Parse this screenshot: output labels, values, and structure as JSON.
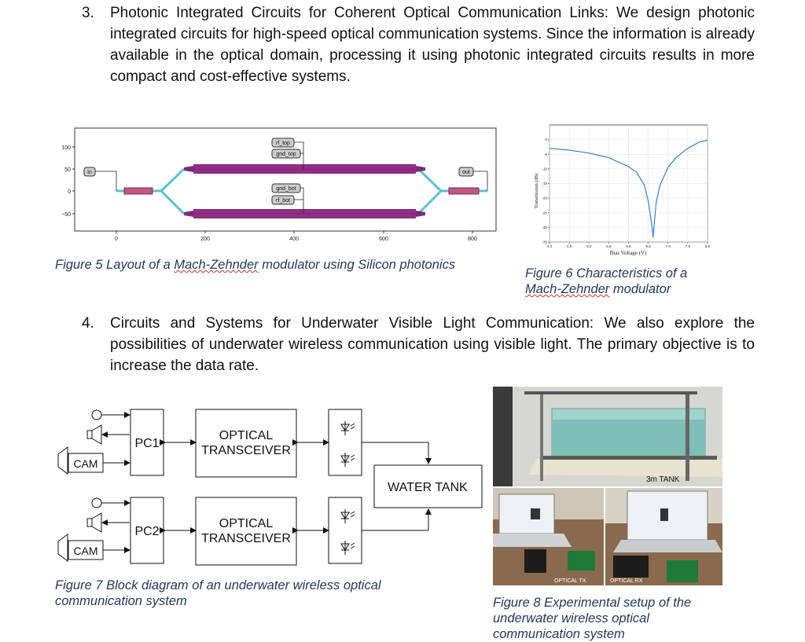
{
  "item3": {
    "number": "3.",
    "text": "Photonic Integrated Circuits for Coherent Optical Communication Links: We design photonic integrated circuits for high-speed optical communication systems. Since the information is already available in the optical domain, processing it using photonic integrated circuits results in more compact and cost-effective systems."
  },
  "item4": {
    "number": "4.",
    "text": "Circuits and Systems for Underwater Visible Light Communication: We also explore the possibilities of underwater wireless communication using visible light. The primary objective is to increase the data rate."
  },
  "fig5": {
    "caption_pre": "Figure 5 Layout of a ",
    "caption_squig": "Mach-Zehnder",
    "caption_post": " modulator using Silicon photonics",
    "y_ticks": [
      "100",
      "50",
      "0",
      "−50"
    ],
    "x_ticks": [
      "0",
      "200",
      "400",
      "600",
      "800"
    ],
    "labels": {
      "in": "in",
      "out": "out",
      "rf_top": "rf_top",
      "gnd_top": "gnd_top",
      "gnd_bot": "gnd_bot",
      "rf_bot": "rf_bot"
    }
  },
  "fig6": {
    "caption_line1": "Figure 6 Characteristics of a",
    "caption_squig": "Mach-Zehnder",
    "caption_post": " modulator",
    "chart_data": {
      "type": "line",
      "xlabel": "Bias Voltage (V)",
      "ylabel": "Transmission (dB)",
      "xlim": [
        4.0,
        8.0
      ],
      "ylim": [
        -35,
        5
      ],
      "x_ticks": [
        "4.0",
        "4.5",
        "5.0",
        "5.5",
        "6.0",
        "6.5",
        "7.0",
        "7.5",
        "8.0"
      ],
      "y_ticks": [
        "0",
        "-5",
        "-10",
        "-15",
        "-20",
        "-25",
        "-30",
        "-35"
      ],
      "series": [
        {
          "x": [
            4.0,
            4.5,
            5.0,
            5.5,
            6.0,
            6.2,
            6.4,
            6.5,
            6.6,
            6.62,
            6.7,
            6.8,
            7.0,
            7.2,
            7.5,
            7.8,
            8.0
          ],
          "y": [
            -3.0,
            -3.6,
            -4.6,
            -6.2,
            -9.2,
            -11.2,
            -15.5,
            -21.0,
            -30.0,
            -33.5,
            -21.5,
            -15.5,
            -9.5,
            -6.2,
            -3.0,
            -0.8,
            -0.2
          ]
        }
      ],
      "grid": true
    }
  },
  "fig7": {
    "caption": "Figure 7 Block diagram of an underwater wireless optical communication system",
    "pc1": "PC1",
    "pc2": "PC2",
    "optical1": "OPTICAL",
    "transceiver1": "TRANSCEIVER",
    "optical2": "OPTICAL",
    "transceiver2": "TRANSCEIVER",
    "water_tank": "WATER TANK",
    "cam1": "CAM",
    "cam2": "CAM"
  },
  "fig8": {
    "caption": "Figure 8 Experimental setup of the underwater wireless optical communication system",
    "tank_label": "3m TANK",
    "tx_label": "OPTICAL TX",
    "rx_label": "OPTICAL RX"
  }
}
